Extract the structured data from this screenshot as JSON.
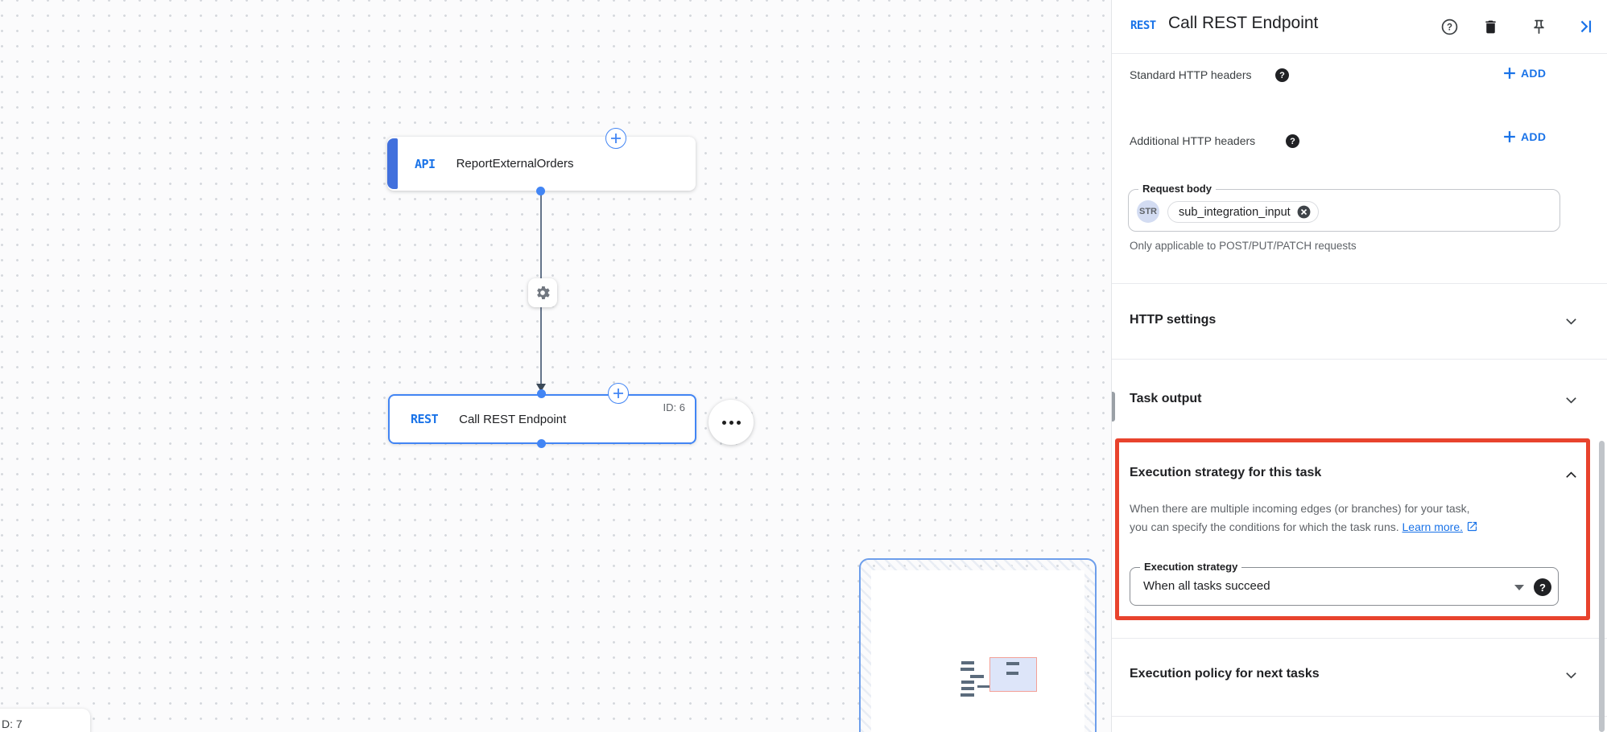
{
  "colors": {
    "accent_blue": "#1a73e8",
    "node_blue": "#4285f4",
    "highlight_red": "#e8432d",
    "slate_edge": "#64748b"
  },
  "canvas": {
    "trigger_node": {
      "badge": "API",
      "label": "ReportExternalOrders"
    },
    "task_node": {
      "badge": "REST",
      "label": "Call REST Endpoint",
      "id_label": "ID: 6"
    },
    "partial_node": {
      "label": "D: 7"
    },
    "icons": [
      "plus-icon",
      "gear-icon",
      "more-options-icon"
    ]
  },
  "panel": {
    "header": {
      "badge": "REST",
      "title": "Call REST Endpoint"
    },
    "standard_headers": {
      "label": "Standard HTTP headers",
      "add_label": "ADD"
    },
    "additional_headers": {
      "label": "Additional HTTP headers",
      "add_label": "ADD"
    },
    "request_body": {
      "label": "Request body",
      "chip_type": "STR",
      "chip_value": "sub_integration_input",
      "helper": "Only applicable to POST/PUT/PATCH requests"
    },
    "http_settings": {
      "label": "HTTP settings"
    },
    "task_output": {
      "label": "Task output"
    },
    "execution_strategy": {
      "title": "Execution strategy for this task",
      "description_line1": "When there are multiple incoming edges (or branches) for your task,",
      "description_line2": "you can specify the conditions for which the task runs.",
      "learn_more": "Learn more.",
      "field_label": "Execution strategy",
      "field_value": "When all tasks succeed"
    },
    "execution_policy": {
      "label": "Execution policy for next tasks"
    }
  }
}
